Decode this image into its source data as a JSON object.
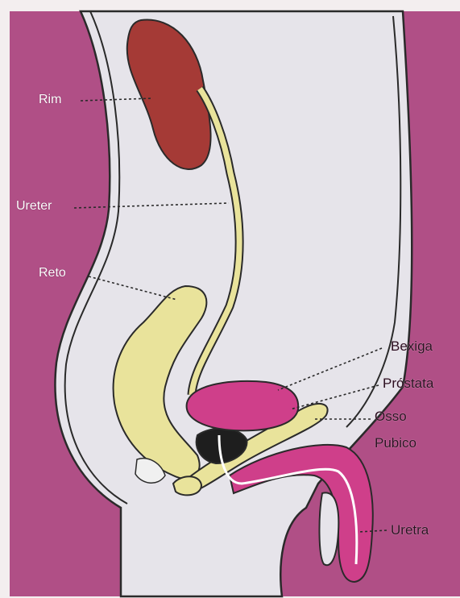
{
  "colors": {
    "background": "#b04f86",
    "frame": "#f3eeef",
    "body": "#e6e4ea",
    "kidney": "#a53a36",
    "yellow": "#e9e39b",
    "bladder": "#cf3f8a",
    "outline": "#2a2a2a"
  },
  "labels": {
    "rim": "Rim",
    "ureter": "Ureter",
    "reto": "Reto",
    "bexiga": "Bexiga",
    "prostata": "Próstata",
    "osso": "Osso",
    "pubico": "Pubico",
    "uretra": "Uretra"
  }
}
